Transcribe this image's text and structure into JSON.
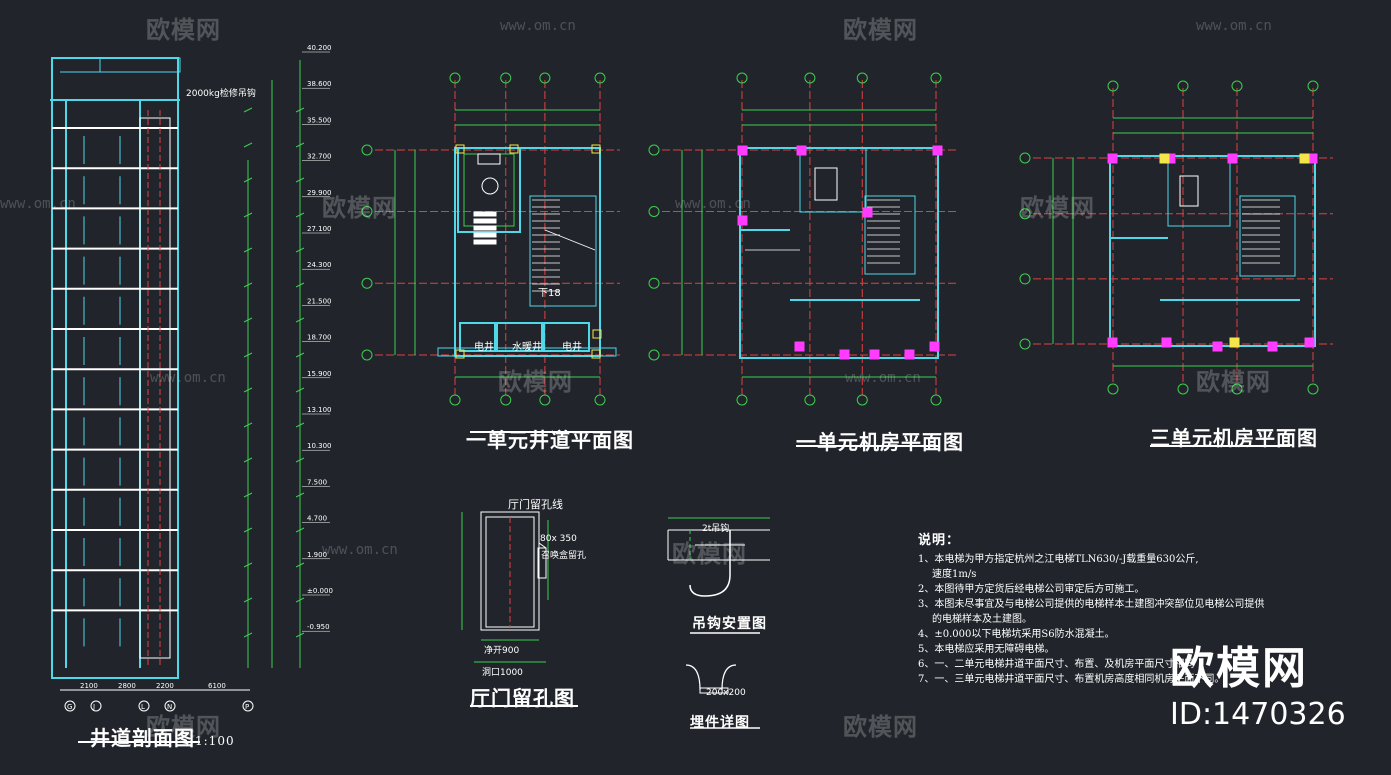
{
  "titles": {
    "section": "井道剖面图",
    "section_scale": "1:100",
    "plan1": "一单元井道平面图",
    "plan2": "一单元机房平面图",
    "plan3": "三单元机房平面图",
    "door_hole": "厅门留孔图",
    "hook": "吊钩安置图",
    "embed": "埋件详图"
  },
  "door_detail": {
    "line_label": "厅门留孔线",
    "hole_size": "80x 350",
    "hole_label": "召唤盒留孔",
    "width_net": "净开900",
    "width_hole": "洞口1000"
  },
  "hook_detail": {
    "capacity": "2t吊钩"
  },
  "embed_detail": {
    "plate": "200x200"
  },
  "shaft_plan_labels": [
    "电井",
    "水暖井",
    "电井"
  ],
  "stair_label": "下18",
  "section_note": "2000kg检修吊钩",
  "elevations": [
    "40.200",
    "38.600",
    "35.500",
    "32.700",
    "29.900",
    "27.100",
    "24.300",
    "21.500",
    "18.700",
    "15.900",
    "13.100",
    "10.300",
    "7.500",
    "4.700",
    "1.900",
    "±0.000",
    "-0.950"
  ],
  "axis_bottom": [
    "G",
    "J",
    "L",
    "N",
    "P"
  ],
  "dims_bottom": [
    "2100",
    "2800",
    "2200",
    "6100"
  ],
  "notes": {
    "heading": "说明：",
    "lines": [
      {
        "text": "1、本电梯为甲方指定杭州之江电梯TLN630/-J载重量630公斤,",
        "cont": false
      },
      {
        "text": "速度1m/s",
        "cont": true
      },
      {
        "text": "2、本图待甲方定货后经电梯公司审定后方可施工。",
        "cont": false
      },
      {
        "text": "3、本图未尽事宜及与电梯公司提供的电梯样本土建图冲突部位见电梯公司提供",
        "cont": false
      },
      {
        "text": "的电梯样本及土建图。",
        "cont": true
      },
      {
        "text": "4、±0.000以下电梯坑采用S6防水混凝土。",
        "cont": false
      },
      {
        "text": "5、本电梯应采用无障碍电梯。",
        "cont": false
      },
      {
        "text": "6、一、二单元电梯井道平面尺寸、布置、及机房平面尺寸相同",
        "cont": false
      },
      {
        "text": "7、一、三单元电梯井道平面尺寸、布置机房高度相同机房平面不同。",
        "cont": false
      }
    ]
  },
  "watermark": {
    "text": "欧模网",
    "url": "www.om.cn"
  },
  "brand": {
    "name": "欧模网",
    "id": "ID:1470326"
  },
  "colors": {
    "background": "#21252b",
    "wall": "#4fd8e8",
    "axis": "#e04040",
    "dim": "#3ccf4e",
    "pink": "#ff3cff",
    "yellow": "#f2e64a",
    "white": "#ffffff"
  }
}
